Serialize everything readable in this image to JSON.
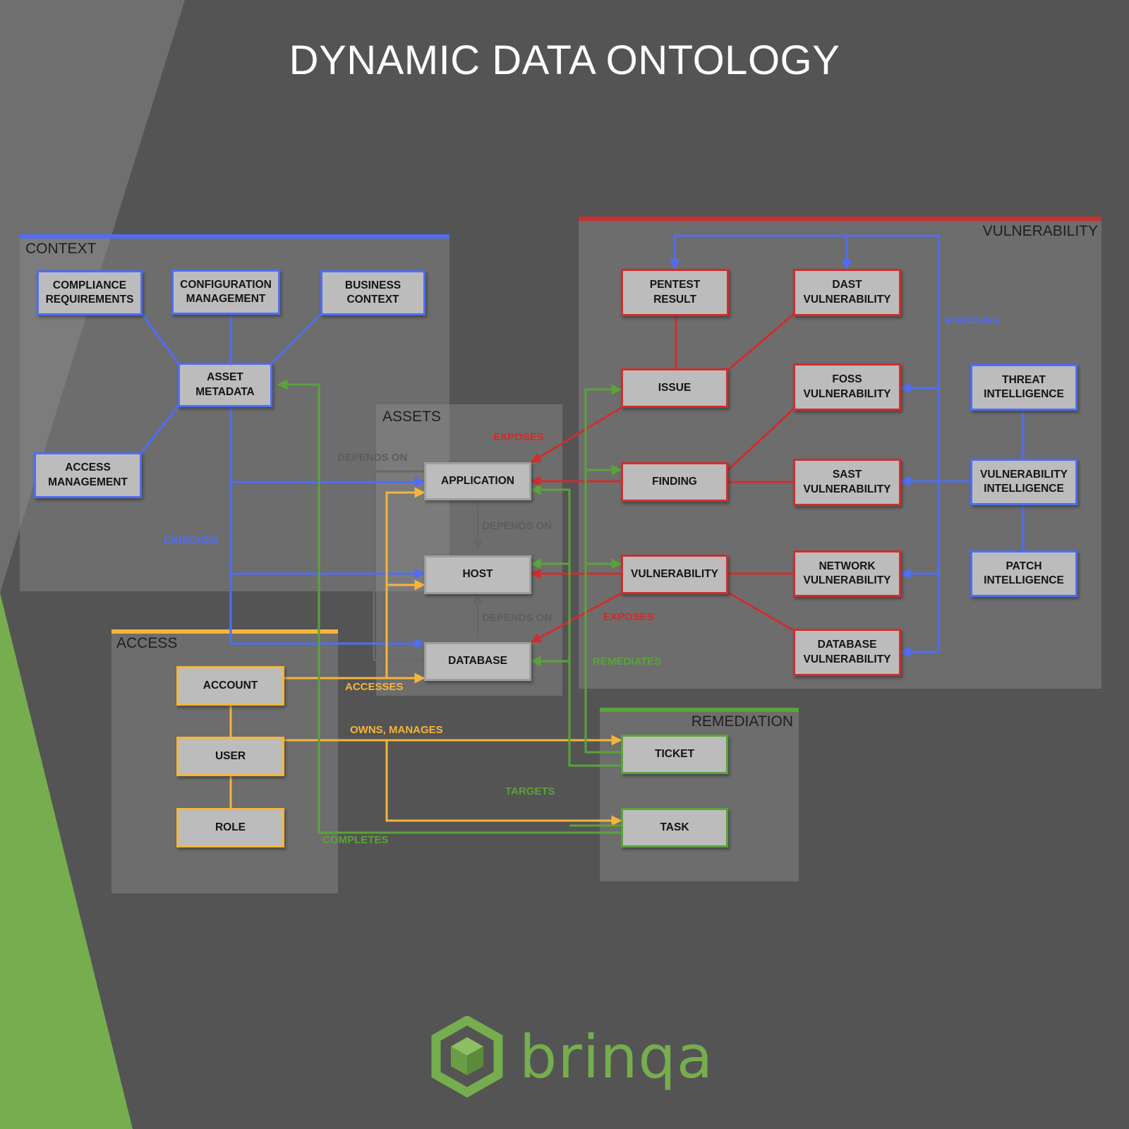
{
  "title": "DYNAMIC DATA ONTOLOGY",
  "groups": {
    "context": "CONTEXT",
    "assets": "ASSETS",
    "vulnerability": "VULNERABILITY",
    "access": "ACCESS",
    "remediation": "REMEDIATION"
  },
  "nodes": {
    "compliance_requirements": "COMPLIANCE\nREQUIREMENTS",
    "configuration_management": "CONFIGURATION\nMANAGEMENT",
    "business_context": "BUSINESS\nCONTEXT",
    "asset_metadata": "ASSET\nMETADATA",
    "access_management": "ACCESS\nMANAGEMENT",
    "application": "APPLICATION",
    "host": "HOST",
    "database": "DATABASE",
    "pentest_result": "PENTEST\nRESULT",
    "dast_vulnerability": "DAST\nVULNERABILITY",
    "issue": "ISSUE",
    "foss_vulnerability": "FOSS\nVULNERABILITY",
    "threat_intelligence": "THREAT\nINTELLIGENCE",
    "finding": "FINDING",
    "sast_vulnerability": "SAST\nVULNERABILITY",
    "vulnerability_intelligence": "VULNERABILITY\nINTELLIGENCE",
    "vulnerability": "VULNERABILITY",
    "network_vulnerability": "NETWORK\nVULNERABILITY",
    "patch_intelligence": "PATCH\nINTELLIGENCE",
    "database_vulnerability": "DATABASE\nVULNERABILITY",
    "account": "ACCOUNT",
    "user": "USER",
    "role": "ROLE",
    "ticket": "TICKET",
    "task": "TASK"
  },
  "edge_labels": {
    "enriches_context": "ENRICHES",
    "enriches_vulnerability": "ENRICHES",
    "exposes_application": "EXPOSES",
    "exposes_database": "EXPOSES",
    "depends_on_1": "DEPENDS ON",
    "depends_on_2": "DEPENDS ON",
    "depends_on_3": "DEPENDS ON",
    "accesses": "ACCESSES",
    "owns_manages": "OWNS, MANAGES",
    "remediates": "REMEDIATES",
    "targets": "TARGETS",
    "completes": "COMPLETES"
  },
  "logo": {
    "icon": "brinqa-cube-icon",
    "text": "brinqa"
  },
  "colors": {
    "context": "#4f6df5",
    "vulnerability": "#cf2e2e",
    "access": "#f5b53a",
    "remediation": "#5aa33a",
    "brand": "#76ad4e"
  }
}
